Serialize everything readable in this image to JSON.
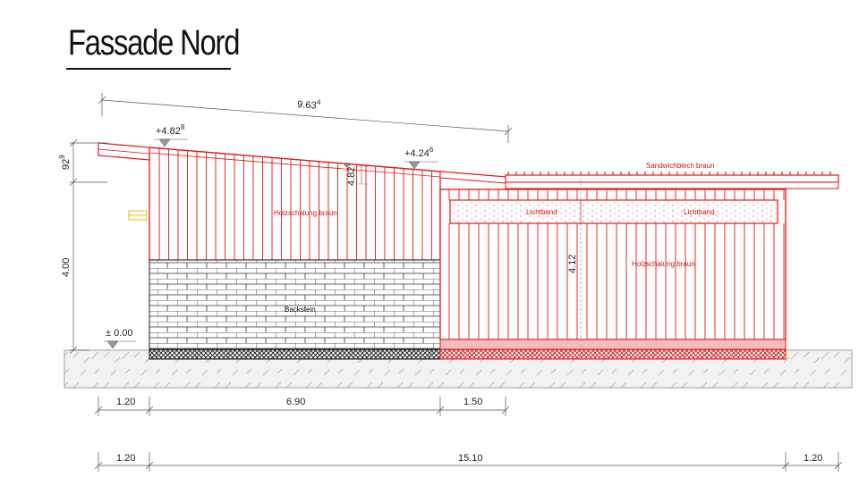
{
  "title": "Fassade Nord",
  "dimensions": {
    "top_length": "9.63",
    "top_length_sup": "4",
    "left_height_a": "92",
    "left_height_a_sup": "9",
    "left_height_b": "4.00",
    "roof_step": "4.82",
    "roof_step_sup": "0",
    "right_height": "4.12",
    "row1": [
      "1.20",
      "6.90",
      "1.50"
    ],
    "row2": [
      "1.20",
      "15.10",
      "1.20"
    ]
  },
  "levels": {
    "ridge": "+4.82",
    "ridge_sup": "8",
    "eave": "+4.24",
    "eave_sup": "6",
    "ground": "± 0.00"
  },
  "materials": {
    "left_upper": "Holzschalung braun",
    "left_lower": "Backstein",
    "right_roof": "Sandwichblech braun",
    "skylight_1": "Lichtband",
    "skylight_2": "Lichtband",
    "right_wall": "Holzschalung braun"
  },
  "colors": {
    "line_red": "#e01818",
    "hatch_pink": "#f6bcbc",
    "line_black": "#222222",
    "yellow": "#e8c000",
    "ground": "#efefef"
  }
}
